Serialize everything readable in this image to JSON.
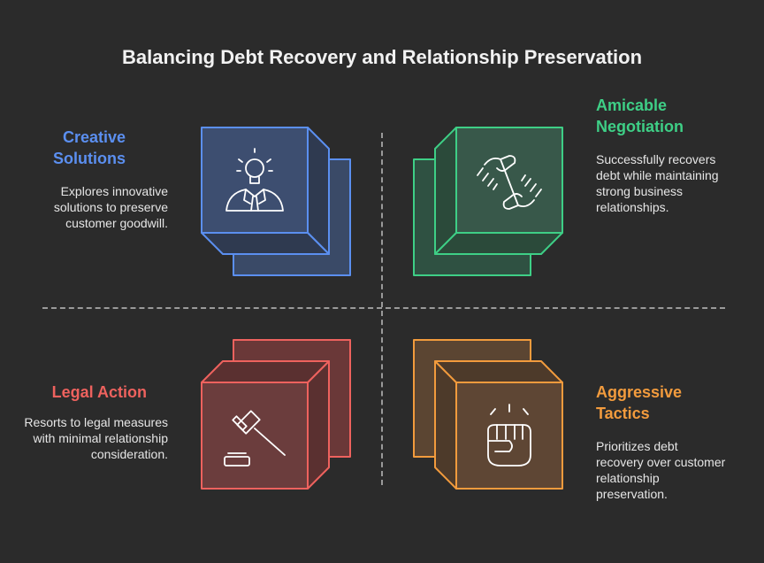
{
  "title": "Balancing Debt Recovery and Relationship Preservation",
  "quadrants": {
    "creative": {
      "heading": "Creative Solutions",
      "description": "Explores innovative solutions to preserve customer goodwill.",
      "color": "#5b8ff0",
      "icon": "lightbulb-person-icon"
    },
    "amicable": {
      "heading": "Amicable Negotiation",
      "description": "Successfully recovers debt while maintaining strong business relationships.",
      "color": "#3ecf86",
      "icon": "handshake-icon"
    },
    "legal": {
      "heading": "Legal Action",
      "description": "Resorts to legal measures with minimal relationship consideration.",
      "color": "#ee625e",
      "icon": "gavel-icon"
    },
    "aggressive": {
      "heading": "Aggressive Tactics",
      "description": "Prioritizes debt recovery over customer relationship preservation.",
      "color": "#f29b3d",
      "icon": "fist-icon"
    }
  }
}
